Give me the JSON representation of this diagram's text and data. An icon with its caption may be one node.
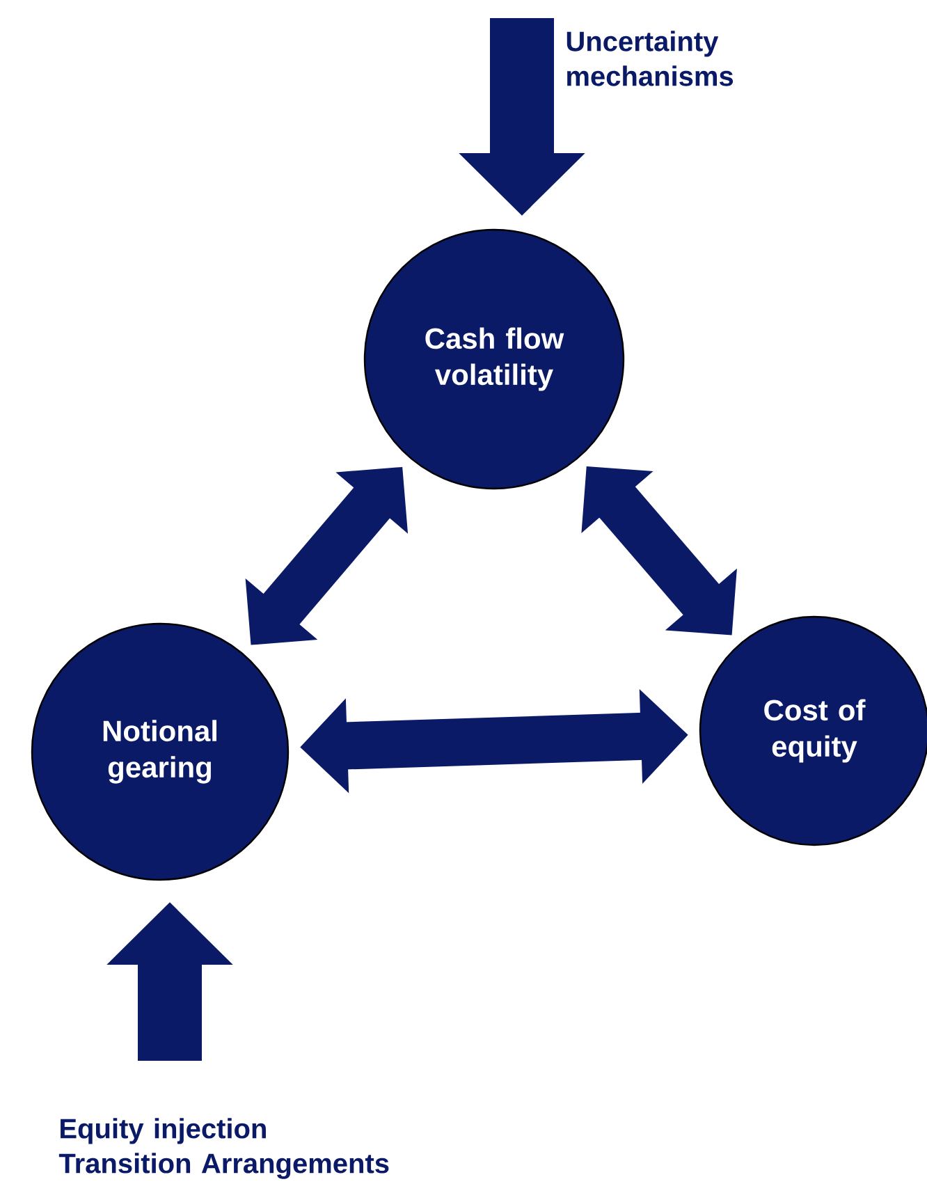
{
  "diagram": {
    "nodes": [
      {
        "text": [
          "Uncertainty mechanisms"
        ]
      },
      {
        "text": [
          "Cash flow volatility"
        ]
      },
      {
        "text": [
          "Notional gearing"
        ]
      },
      {
        "text": [
          "Cost of equity"
        ]
      },
      {
        "text": [
          "Equity injection",
          "Transition Arrangements"
        ]
      }
    ],
    "edges": [
      {
        "from": 0,
        "to": 1,
        "arrow": "to"
      },
      {
        "from": 4,
        "to": 2,
        "arrow": "to"
      },
      {
        "from": 1,
        "to": 2,
        "arrow": "both"
      },
      {
        "from": 1,
        "to": 3,
        "arrow": "both"
      },
      {
        "from": 2,
        "to": 3,
        "arrow": "both"
      }
    ]
  }
}
